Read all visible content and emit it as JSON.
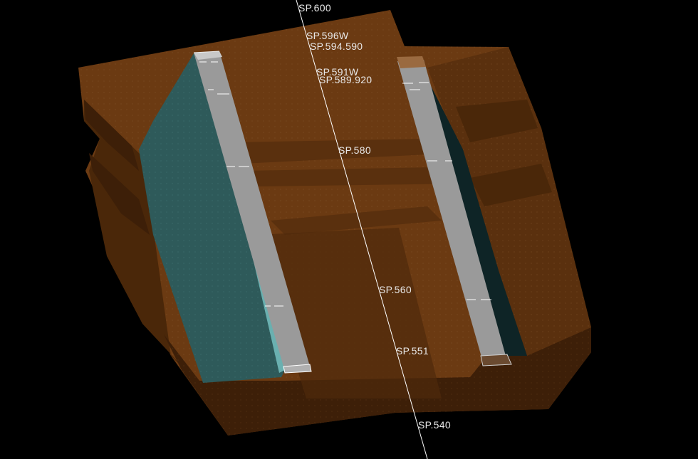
{
  "viewport": {
    "background": "#000000",
    "line_color": "#ffffff",
    "label_color": "#e8e8e8"
  },
  "colors": {
    "excavation_brown": "#6b3a12",
    "excavation_dark": "#3d1f08",
    "excavation_mid": "#5a300e",
    "excavation_light": "#7a4518",
    "slab_teal": "#2e5a5a",
    "slab_teal_edge": "#6ab0b0",
    "beam_gray": "#9a9a9a",
    "beam_gray_dark": "#7e7e7e"
  },
  "stations": [
    {
      "id": "sp-600",
      "label": "SP.600"
    },
    {
      "id": "sp-596w",
      "label": "SP.596W"
    },
    {
      "id": "sp-594-590",
      "label": "SP.594.590"
    },
    {
      "id": "sp-591w",
      "label": "SP.591W"
    },
    {
      "id": "sp-589-920",
      "label": "SP.589.920"
    },
    {
      "id": "sp-580",
      "label": "SP.580"
    },
    {
      "id": "sp-560",
      "label": "SP.560"
    },
    {
      "id": "sp-551",
      "label": "SP.551"
    },
    {
      "id": "sp-540",
      "label": "SP.540"
    }
  ]
}
